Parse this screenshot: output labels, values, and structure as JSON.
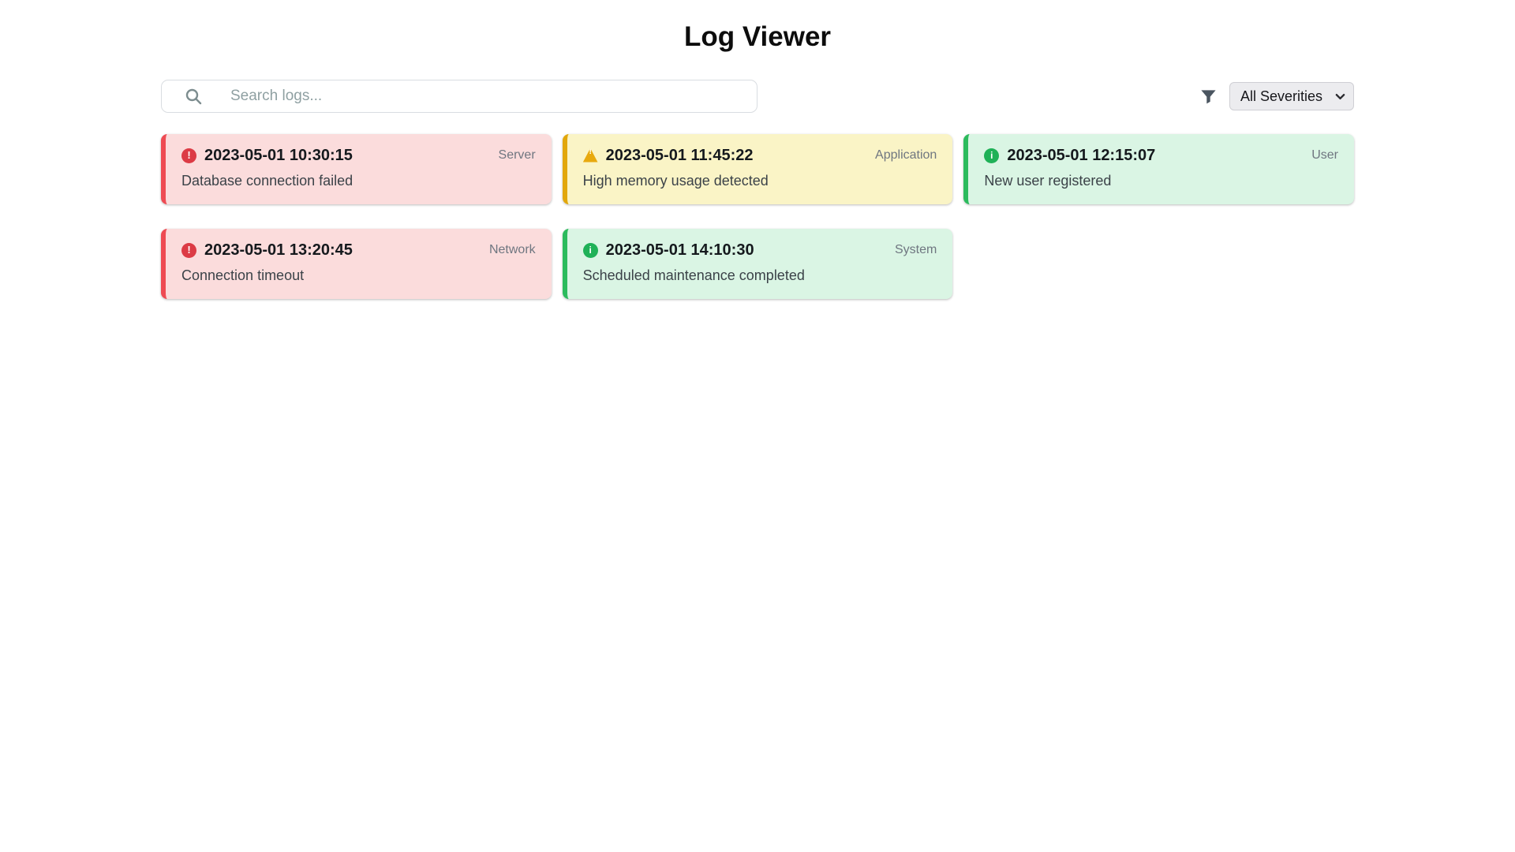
{
  "page": {
    "title": "Log Viewer"
  },
  "toolbar": {
    "search": {
      "placeholder": "Search logs...",
      "value": ""
    },
    "filter": {
      "selected": "All Severities"
    }
  },
  "logs": [
    {
      "severity": "error",
      "timestamp": "2023-05-01 10:30:15",
      "source": "Server",
      "message": "Database connection failed"
    },
    {
      "severity": "warning",
      "timestamp": "2023-05-01 11:45:22",
      "source": "Application",
      "message": "High memory usage detected"
    },
    {
      "severity": "info",
      "timestamp": "2023-05-01 12:15:07",
      "source": "User",
      "message": "New user registered"
    },
    {
      "severity": "error",
      "timestamp": "2023-05-01 13:20:45",
      "source": "Network",
      "message": "Connection timeout"
    },
    {
      "severity": "info",
      "timestamp": "2023-05-01 14:10:30",
      "source": "System",
      "message": "Scheduled maintenance completed"
    }
  ],
  "icons": {
    "search": "magnifier",
    "filter": "funnel",
    "select_chevron": "chevron-down",
    "error": "exclamation-circle",
    "warning": "exclamation-triangle",
    "info": "info-circle"
  },
  "colors": {
    "error-border": "#ee4b53",
    "error-bg": "#fbdcdc",
    "error-icon-bg": "#dc3b45",
    "warning-border": "#e2a70b",
    "warning-bg": "#faf4c6",
    "warning-icon-bg": "#e8a90e",
    "info-border": "#2cbb5d",
    "info-bg": "#daf5e4",
    "info-icon-bg": "#1fb157"
  }
}
